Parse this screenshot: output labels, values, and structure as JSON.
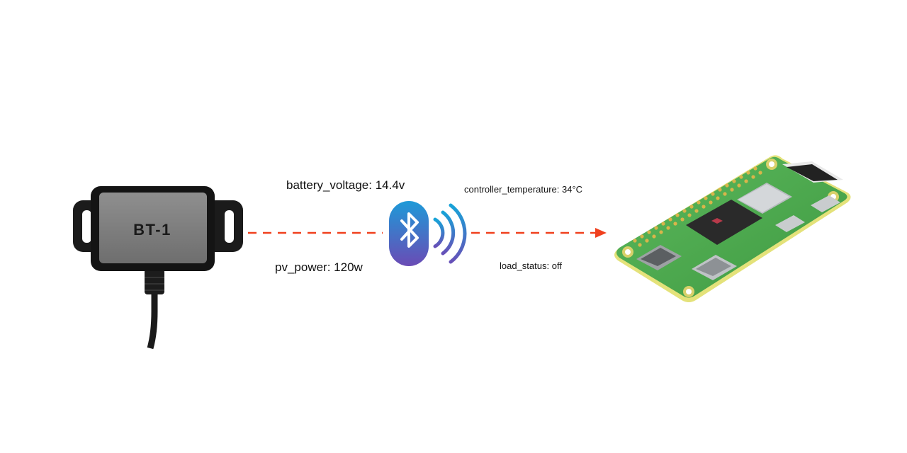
{
  "sensor": {
    "label": "BT-1",
    "icon": "bt1-module-icon"
  },
  "wireless": {
    "icon": "bluetooth-icon"
  },
  "board": {
    "icon": "raspberry-pi-zero-icon"
  },
  "readings": {
    "battery_voltage": "battery_voltage: 14.4v",
    "pv_power": "pv_power: 120w",
    "controller_temperature": "controller_temperature: 34°C",
    "load_status": "load_status: off"
  },
  "colors": {
    "arrow": "#f0401e",
    "bluetooth_top": "#1e90d8",
    "bluetooth_bottom": "#6a4bb5",
    "board_green": "#4caf50"
  }
}
